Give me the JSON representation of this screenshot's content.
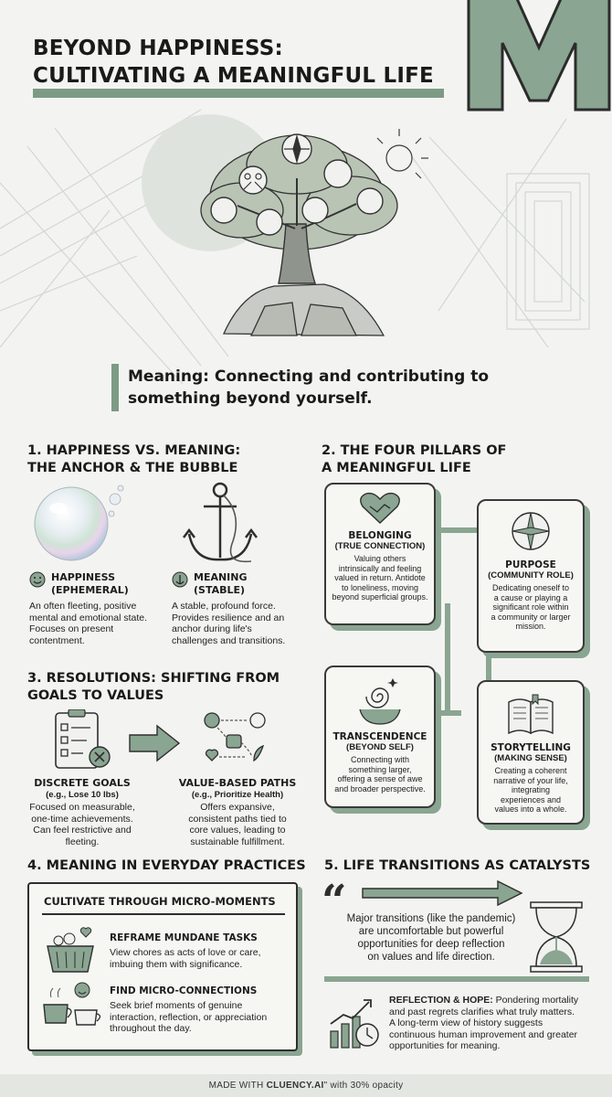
{
  "title": {
    "line1": "BEYOND HAPPINESS:",
    "line2": "CULTIVATING A MEANINGFUL LIFE",
    "big_letter": "M"
  },
  "tagline": {
    "line1": "Meaning: Connecting and contributing to",
    "line2": "something beyond yourself."
  },
  "section1": {
    "title_line1": "1. HAPPINESS VS. MEANING:",
    "title_line2": "THE ANCHOR & THE BUBBLE",
    "happiness": {
      "label": "HAPPINESS",
      "sub": "(EPHEMERAL)",
      "body": [
        "An often fleeting, positive",
        "mental and emotional state.",
        "Focuses on present",
        "contentment."
      ]
    },
    "meaning": {
      "label": "MEANING",
      "sub": "(STABLE)",
      "body": [
        "A stable, profound force.",
        "Provides resilience and an",
        "anchor during life's",
        "challenges and transitions."
      ]
    }
  },
  "section2": {
    "title_line1": "2. THE FOUR PILLARS OF",
    "title_line2": "A MEANINGFUL LIFE",
    "pillars": [
      {
        "label": "BELONGING",
        "sub": "(TRUE CONNECTION)",
        "body": [
          "Valuing others",
          "intrinsically and feeling",
          "valued in return. Antidote",
          "to loneliness, moving",
          "beyond superficial groups."
        ]
      },
      {
        "label": "PURPOSE",
        "sub": "(COMMUNITY ROLE)",
        "body": [
          "Dedicating oneself to",
          "a cause or playing a",
          "significant role within",
          "a community or larger",
          "mission."
        ]
      },
      {
        "label": "TRANSCENDENCE",
        "sub": "(BEYOND SELF)",
        "body": [
          "Connecting with",
          "something larger,",
          "offering a sense of awe",
          "and broader perspective."
        ]
      },
      {
        "label": "STORYTELLING",
        "sub": "(MAKING SENSE)",
        "body": [
          "Creating a coherent",
          "narrative of your life,",
          "integrating",
          "experiences and",
          "values into a whole."
        ]
      }
    ]
  },
  "section3": {
    "title_line1": "3. RESOLUTIONS: SHIFTING FROM",
    "title_line2": "GOALS TO VALUES",
    "goals": {
      "label": "DISCRETE GOALS",
      "sub": "(e.g., Lose 10 lbs)",
      "body": [
        "Focused on measurable,",
        "one-time achievements.",
        "Can feel restrictive and",
        "fleeting."
      ]
    },
    "values": {
      "label": "VALUE-BASED PATHS",
      "sub": "(e.g., Prioritize Health)",
      "body": [
        "Offers expansive,",
        "consistent paths tied to",
        "core values, leading to",
        "sustainable fulfillment."
      ]
    }
  },
  "section4": {
    "title": "4. MEANING IN EVERYDAY PRACTICES",
    "box_title": "CULTIVATE THROUGH MICRO-MOMENTS",
    "items": [
      {
        "label": "REFRAME MUNDANE TASKS",
        "body": [
          "View chores as acts of love or care,",
          "imbuing them with significance."
        ]
      },
      {
        "label": "FIND MICRO-CONNECTIONS",
        "body": [
          "Seek brief moments of genuine",
          "interaction, reflection, or appreciation",
          "throughout the day."
        ]
      }
    ]
  },
  "section5": {
    "title": "5. LIFE TRANSITIONS AS CATALYSTS",
    "quote": [
      "Major transitions (like the pandemic)",
      "are uncomfortable but powerful",
      "opportunities for deep reflection",
      "on values and life direction."
    ],
    "reflection_label": "REFLECTION & HOPE:",
    "reflection": [
      " Pondering mortality",
      "and past regrets clarifies what truly matters.",
      "A long-term view of history suggests",
      "continuous human improvement and greater",
      "opportunities for meaning."
    ]
  },
  "footer": {
    "prefix": "MADE WITH ",
    "brand": "CLUENCY.AI",
    "suffix": "\" with 30% opacity"
  },
  "colors": {
    "accent": "#7d9a85",
    "dark": "#1a1a1a",
    "bg": "#f3f4f1"
  }
}
